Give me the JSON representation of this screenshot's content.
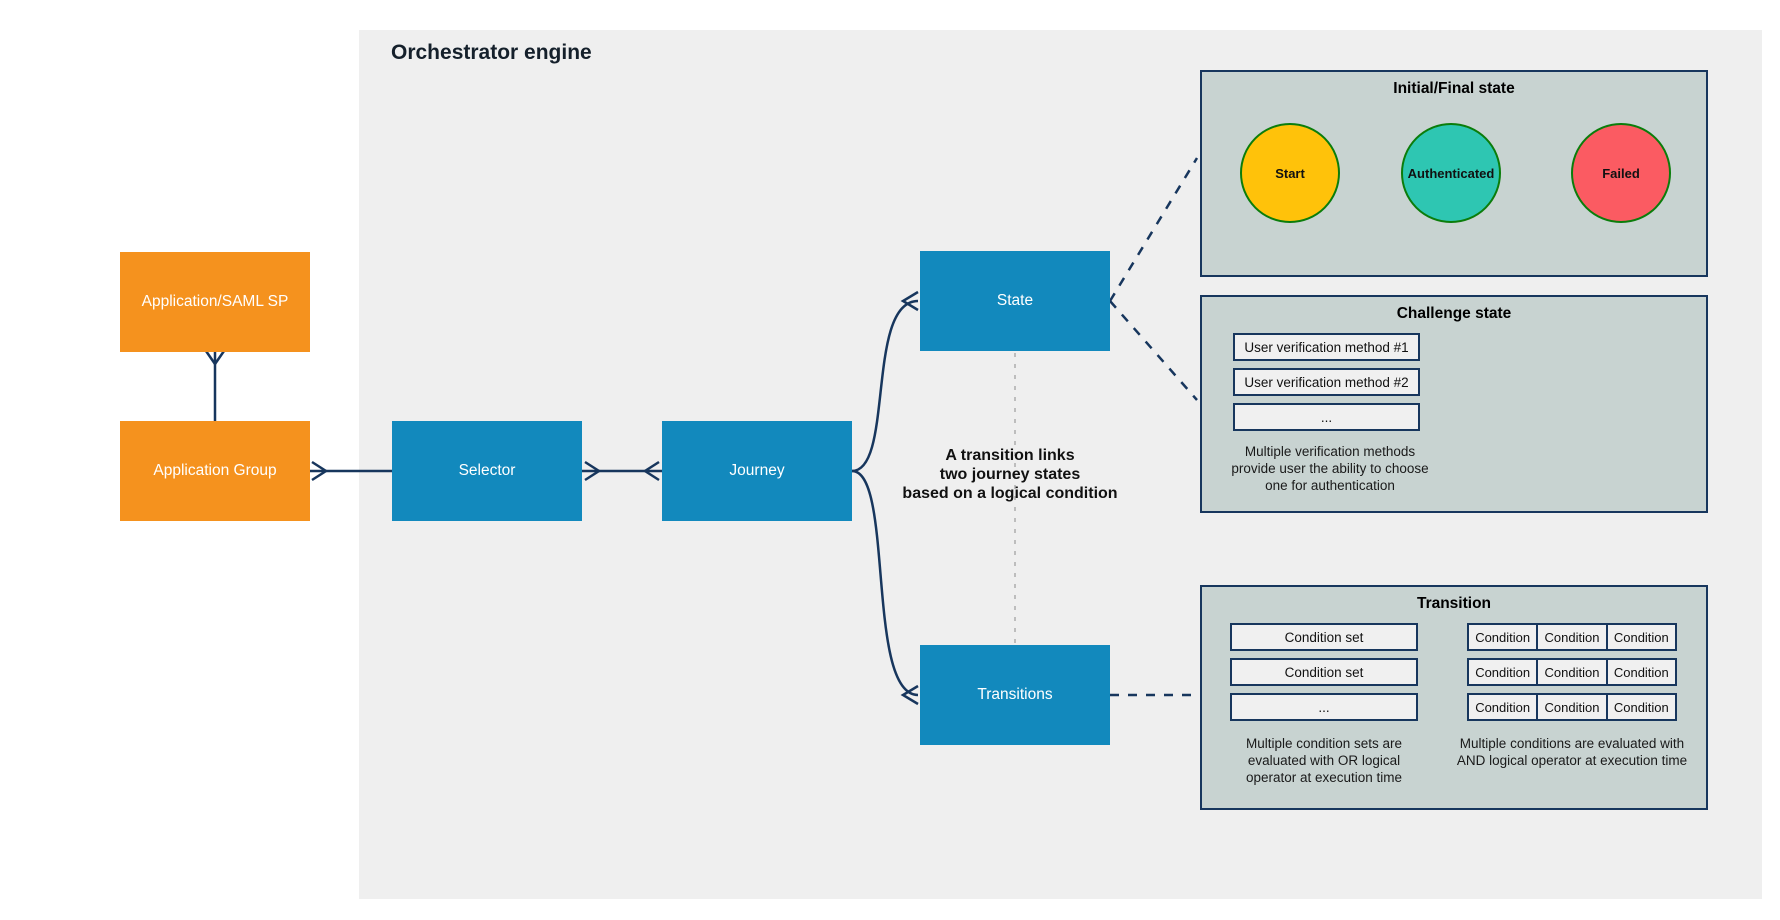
{
  "title": "Orchestrator engine",
  "nodes": {
    "app_saml": {
      "label": "Application/SAML SP"
    },
    "app_group": {
      "label": "Application Group"
    },
    "selector": {
      "label": "Selector"
    },
    "journey": {
      "label": "Journey"
    },
    "state": {
      "label": "State"
    },
    "transitions": {
      "label": "Transitions"
    }
  },
  "annotation": {
    "line1": "A transition links",
    "line2": "two journey states",
    "line3": "based on a logical condition"
  },
  "panels": {
    "initial_final": {
      "title": "Initial/Final state",
      "states": [
        {
          "label": "Start",
          "color": "#ffc20a"
        },
        {
          "label": "Authenticated",
          "color": "#2ec6b2"
        },
        {
          "label": "Failed",
          "color": "#fb5b62"
        }
      ]
    },
    "challenge": {
      "title": "Challenge state",
      "methods": [
        "User verification method #1",
        "User verification method #2",
        "..."
      ],
      "caption": "Multiple verification methods provide user the ability to choose one for authentication"
    },
    "transition": {
      "title": "Transition",
      "condition_sets": [
        "Condition set",
        "Condition set",
        "..."
      ],
      "condition_label": "Condition",
      "or_caption": "Multiple condition sets are evaluated with OR logical operator at execution time",
      "and_caption": "Multiple conditions are evaluated with AND logical operator at execution time"
    }
  },
  "colors": {
    "accent_orange": "#f5921e",
    "accent_blue": "#1289bd",
    "canvas_bg": "#efefef",
    "panel_bg": "#c8d3d1",
    "line_navy": "#17365d",
    "dashed_gray": "#bdbdbd",
    "circle_border_green": "#0b7d0b",
    "start_fill": "#ffc20a",
    "authenticated_fill": "#2ec6b2",
    "failed_fill": "#fb5b62"
  }
}
